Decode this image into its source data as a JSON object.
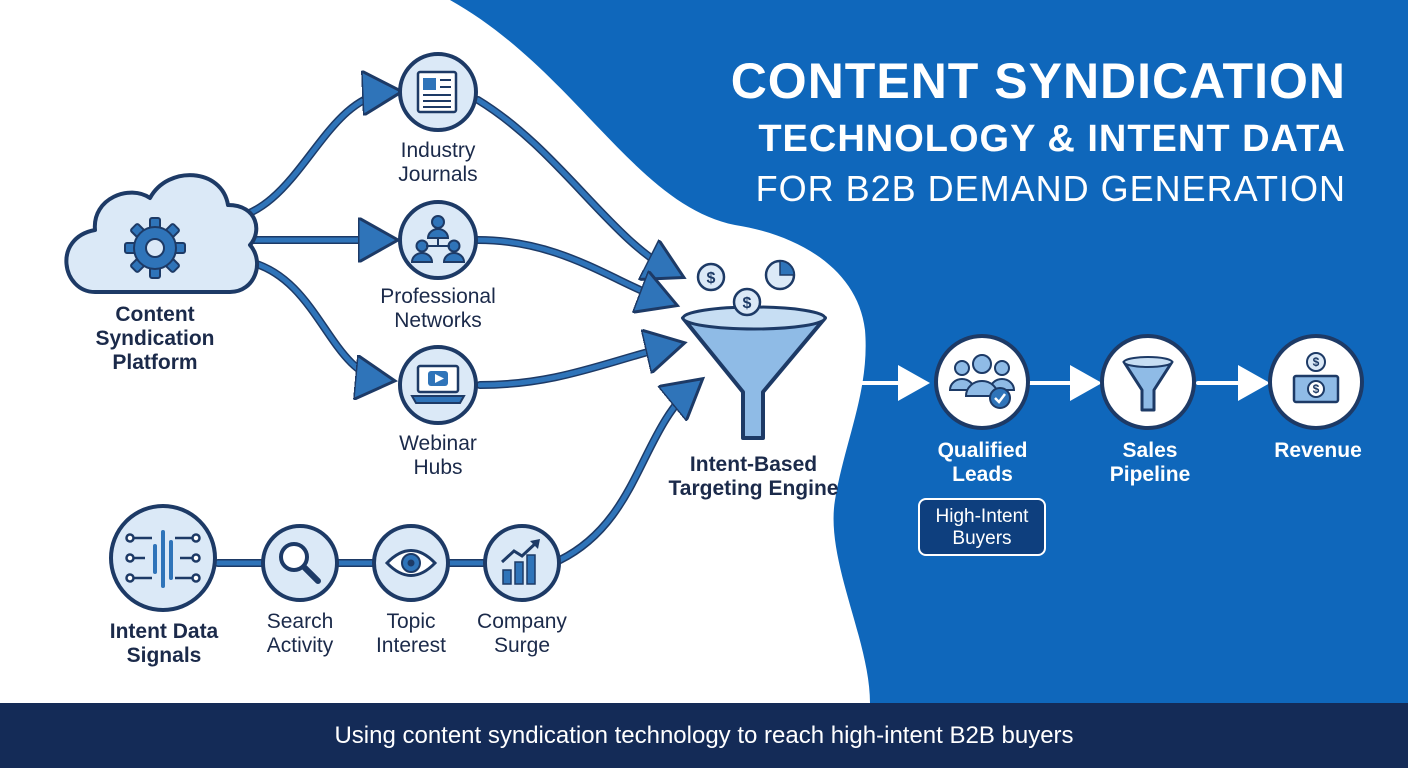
{
  "title": {
    "line1": "CONTENT SYNDICATION",
    "line2": "TECHNOLOGY & INTENT DATA",
    "line3": "FOR B2B DEMAND GENERATION"
  },
  "nodes": {
    "platform": "Content Syndication Platform",
    "journals": "Industry Journals",
    "networks": "Professional Networks",
    "webinars": "Webinar Hubs",
    "engine": "Intent-Based Targeting Engine",
    "intent": "Intent Data Signals",
    "search": "Search Activity",
    "topic": "Topic Interest",
    "surge": "Company Surge",
    "leads": "Qualified Leads",
    "pipeline": "Sales Pipeline",
    "revenue": "Revenue"
  },
  "badge": "High-Intent Buyers",
  "footer": "Using content syndication technology to reach high-intent B2B buyers",
  "colors": {
    "panel_blue": "#0f67bb",
    "footer_navy": "#142b57",
    "line_blue": "#2f74b9",
    "icon_fill": "#dbe9f7",
    "icon_stroke": "#1d3a66",
    "badge_fill": "#0e3f7e"
  },
  "icons": {
    "platform": "cloud-gear-icon",
    "journals": "newspaper-icon",
    "networks": "people-network-icon",
    "webinars": "laptop-video-icon",
    "engine": "funnel-coins-icon",
    "intent": "signal-waves-icon",
    "search": "magnifier-icon",
    "topic": "eye-icon",
    "surge": "growth-chart-icon",
    "leads": "user-group-check-icon",
    "pipeline": "funnel-icon",
    "revenue": "money-icon"
  }
}
